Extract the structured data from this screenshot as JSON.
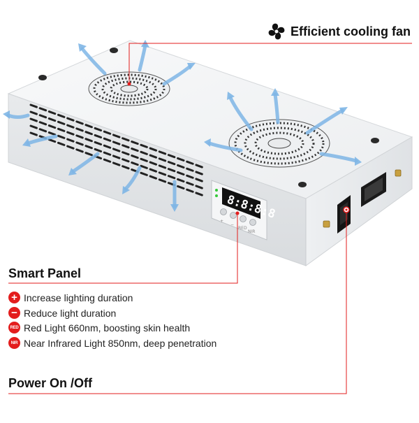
{
  "callouts": {
    "fan": {
      "title": "Efficient cooling fan",
      "icon": "fan-icon"
    },
    "smart_panel": {
      "title": "Smart Panel",
      "features": [
        {
          "icon": "plus-icon",
          "icon_text": "+",
          "text": "Increase lighting duration"
        },
        {
          "icon": "minus-icon",
          "icon_text": "−",
          "text": "Reduce light duration"
        },
        {
          "icon": "red-icon",
          "icon_text": "RED",
          "text": "Red Light 660nm, boosting skin health"
        },
        {
          "icon": "nir-icon",
          "icon_text": "NIR",
          "text": "Near Infrared Light 850nm, deep penetration"
        }
      ]
    },
    "power": {
      "title": "Power On /Off"
    }
  },
  "device": {
    "display_digits": "8:8:8:8",
    "panel_buttons": [
      "+",
      "−",
      "RED",
      "NIR"
    ]
  },
  "colors": {
    "accent": "#e31d1d",
    "device_body": "#f2f3f4",
    "airflow": "#7fb6e6"
  }
}
